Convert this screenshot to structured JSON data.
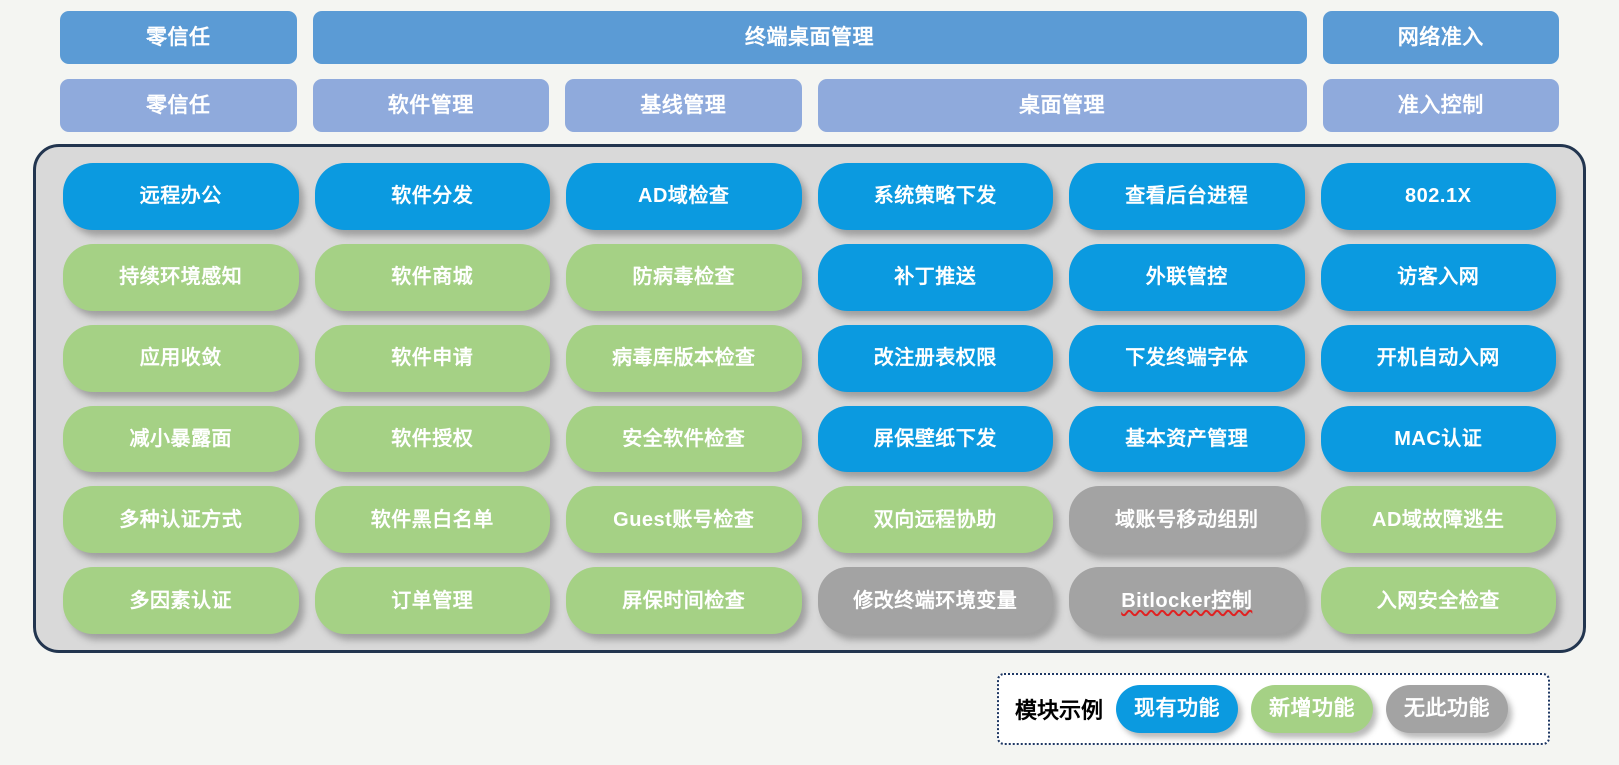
{
  "palette": {
    "page_background": "#f4f5f2",
    "header_level1": "#5b9bd5",
    "header_level2": "#8faadc",
    "matrix_background": "#d9d9d9",
    "matrix_border": "#22354f",
    "existing_feature": "#0b9ae0",
    "new_feature": "#a5d185",
    "absent_feature": "#a3a3a3",
    "legend_border": "#1f3864",
    "text_on_pill": "#ffffff"
  },
  "header": {
    "level1": [
      {
        "label": "零信任",
        "span": 1
      },
      {
        "label": "终端桌面管理",
        "span": 4
      },
      {
        "label": "网络准入",
        "span": 1
      }
    ],
    "level2": [
      {
        "label": "零信任",
        "span": 1
      },
      {
        "label": "软件管理",
        "span": 1
      },
      {
        "label": "基线管理",
        "span": 1
      },
      {
        "label": "桌面管理",
        "span": 2
      },
      {
        "label": "准入控制",
        "span": 1
      }
    ]
  },
  "matrix": {
    "columns": [
      "零信任",
      "软件管理",
      "基线管理",
      "桌面管理A",
      "桌面管理B",
      "准入控制"
    ],
    "rows": [
      [
        {
          "label": "远程办公",
          "status": "existing"
        },
        {
          "label": "软件分发",
          "status": "existing"
        },
        {
          "label": "AD域检查",
          "status": "existing"
        },
        {
          "label": "系统策略下发",
          "status": "existing"
        },
        {
          "label": "查看后台进程",
          "status": "existing"
        },
        {
          "label": "802.1X",
          "status": "existing"
        }
      ],
      [
        {
          "label": "持续环境感知",
          "status": "new"
        },
        {
          "label": "软件商城",
          "status": "new"
        },
        {
          "label": "防病毒检查",
          "status": "new"
        },
        {
          "label": "补丁推送",
          "status": "existing"
        },
        {
          "label": "外联管控",
          "status": "existing"
        },
        {
          "label": "访客入网",
          "status": "existing"
        }
      ],
      [
        {
          "label": "应用收敛",
          "status": "new"
        },
        {
          "label": "软件申请",
          "status": "new"
        },
        {
          "label": "病毒库版本检查",
          "status": "new"
        },
        {
          "label": "改注册表权限",
          "status": "existing"
        },
        {
          "label": "下发终端字体",
          "status": "existing"
        },
        {
          "label": "开机自动入网",
          "status": "existing"
        }
      ],
      [
        {
          "label": "减小暴露面",
          "status": "new"
        },
        {
          "label": "软件授权",
          "status": "new"
        },
        {
          "label": "安全软件检查",
          "status": "new"
        },
        {
          "label": "屏保壁纸下发",
          "status": "existing"
        },
        {
          "label": "基本资产管理",
          "status": "existing"
        },
        {
          "label": "MAC认证",
          "status": "existing"
        }
      ],
      [
        {
          "label": "多种认证方式",
          "status": "new"
        },
        {
          "label": "软件黑白名单",
          "status": "new"
        },
        {
          "label": "Guest账号检查",
          "status": "new"
        },
        {
          "label": "双向远程协助",
          "status": "new"
        },
        {
          "label": "域账号移动组别",
          "status": "absent"
        },
        {
          "label": "AD域故障逃生",
          "status": "new"
        }
      ],
      [
        {
          "label": "多因素认证",
          "status": "new"
        },
        {
          "label": "订单管理",
          "status": "new"
        },
        {
          "label": "屏保时间检查",
          "status": "new"
        },
        {
          "label": "修改终端环境变量",
          "status": "absent"
        },
        {
          "label": "Bitlocker控制",
          "status": "absent",
          "spellcheck_flag": true
        },
        {
          "label": "入网安全检查",
          "status": "new"
        }
      ]
    ]
  },
  "legend": {
    "title": "模块示例",
    "items": [
      {
        "label": "现有功能",
        "status": "existing"
      },
      {
        "label": "新增功能",
        "status": "new"
      },
      {
        "label": "无此功能",
        "status": "absent"
      }
    ]
  }
}
